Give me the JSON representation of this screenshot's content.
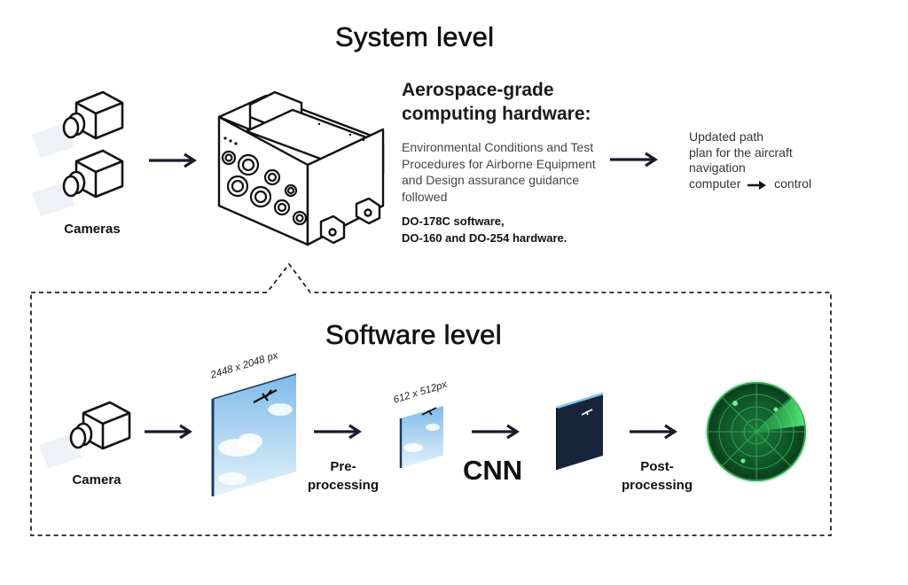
{
  "system_level": {
    "title": "System level",
    "inputs_label": "Cameras",
    "hardware_heading": "Aerospace-grade computing hardware:",
    "hardware_description": "Environmental Conditions and Test Procedures for Airborne Equipment and Design assurance guidance followed",
    "certification_line1": "DO-178C software,",
    "certification_line2": "DO-160 and DO-254 hardware.",
    "output_line1": "Updated path",
    "output_line2": "plan for the aircraft",
    "output_line3": "navigation",
    "output_line4_a": "computer",
    "output_line4_b": "control"
  },
  "software_level": {
    "title": "Software level",
    "camera_label": "Camera",
    "full_resolution": "2448 x 2048 px",
    "reduced_resolution": "612 x 512px",
    "preprocessing_label_1": "Pre-",
    "preprocessing_label_2": "processing",
    "model_label": "CNN",
    "postprocessing_label_1": "Post-",
    "postprocessing_label_2": "processing"
  },
  "colors": {
    "arrow": "#1a1a2e",
    "sky_top": "#8ec3ea",
    "sky_bottom": "#dbeefb",
    "feature_map": "#16253a",
    "radar_green": "#27a84a",
    "radar_dark": "#0d4a22"
  },
  "icons": [
    "camera-icon",
    "avionics-computer-icon",
    "sky-image-icon",
    "feature-map-icon",
    "radar-icon",
    "arrow-right-icon"
  ]
}
